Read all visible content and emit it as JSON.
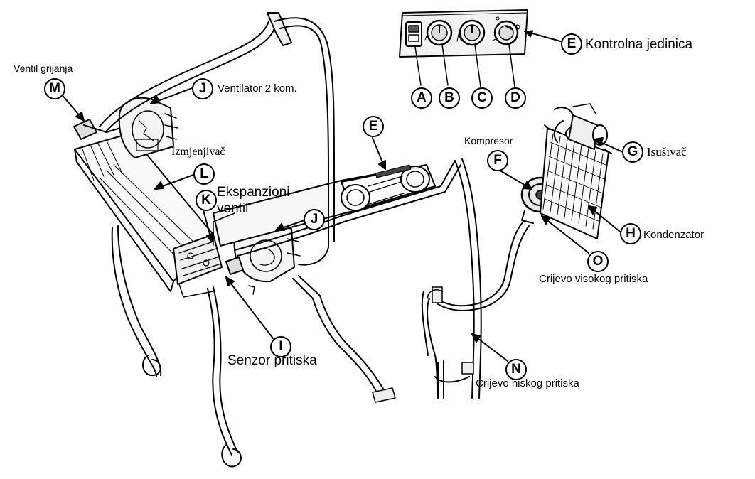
{
  "callouts": {
    "A": "A",
    "B": "B",
    "C": "C",
    "D": "D",
    "E": "E",
    "F": "F",
    "G": "G",
    "H": "H",
    "I": "I",
    "J": "J",
    "K": "K",
    "L": "L",
    "M": "M",
    "N": "N",
    "O": "O"
  },
  "labels": {
    "kontrolna_jedinica": "Kontrolna jedinica",
    "ventil_grijanja": "Ventil grijanja",
    "ventilator": "Ventilator 2 kom.",
    "izmjenjivac": "Izmjenjivač",
    "ekspanzioni_1": "Ekspanzioni",
    "ekspanzioni_2": "ventil",
    "kompresor": "Kompresor",
    "isusivac": "Isušivač",
    "kondenzator": "Kondenzator",
    "crijevo_visokog": "Crijevo visokog pritiska",
    "crijevo_niskog": "Crijevo niskog pritiska",
    "senzor_pritiska": "Senzor pritiska"
  },
  "figure_code": "",
  "colors": {
    "line": "#000000",
    "background": "#ffffff"
  }
}
